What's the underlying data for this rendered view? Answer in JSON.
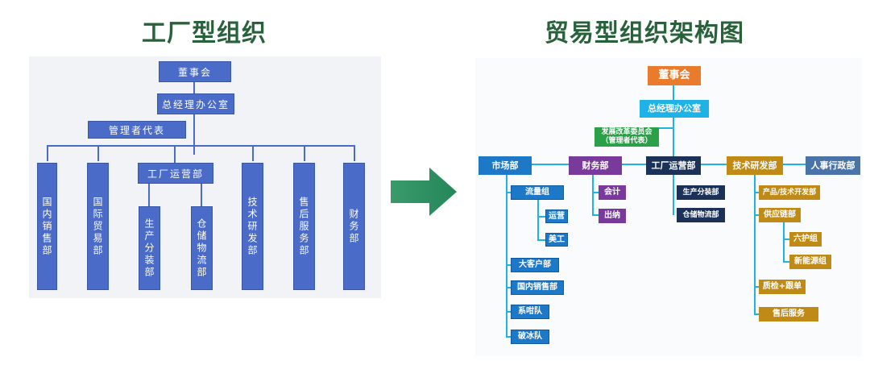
{
  "titles": {
    "left": "工厂型组织",
    "right": "贸易型组织架构图"
  },
  "left_chart": {
    "board": "董事会",
    "gm_office": "总经理办公室",
    "mgmt_rep": "管理者代表",
    "factory_ops": "工厂运营部",
    "depts": [
      "国内销售部",
      "国际贸易部",
      "技术研发部",
      "售后服务部",
      "财务部"
    ],
    "sub_depts": [
      "生产分装部",
      "仓储物流部"
    ]
  },
  "right_chart": {
    "board": "董事会",
    "gm_office": "总经理办公室",
    "committee": "发展改革委员会\n（管理者代表）",
    "depts": {
      "market": "市场部",
      "finance": "财务部",
      "factory": "工厂运营部",
      "tech": "技术研发部",
      "hr": "人事行政部"
    },
    "market_subs": {
      "traffic": "流量组",
      "traffic_children": [
        "运营",
        "美工"
      ],
      "others": [
        "大客户部",
        "国内销售部",
        "系咁队",
        "破冰队"
      ]
    },
    "finance_subs": [
      "会计",
      "出纳"
    ],
    "factory_subs": [
      "生产分装部",
      "仓储物流部"
    ],
    "tech_subs": {
      "product_dev": "产品/技术开发部",
      "supply_chain": "供应链部",
      "supply_children": [
        "六护组",
        "新能源组"
      ],
      "qc": "质检+跟单",
      "after_sales": "售后服务"
    }
  },
  "colors": {
    "title_green": "#27623a",
    "left_box_blue": "#4a6bc7",
    "arrow_green": "#2e8b57",
    "orange": "#ea7a2c",
    "cyan": "#1eb2e6",
    "green": "#2aa048",
    "blue": "#1e78c8",
    "purple": "#7a3a9c",
    "navy": "#1b3158",
    "gold": "#bf8a16",
    "steel": "#4a74a8"
  }
}
